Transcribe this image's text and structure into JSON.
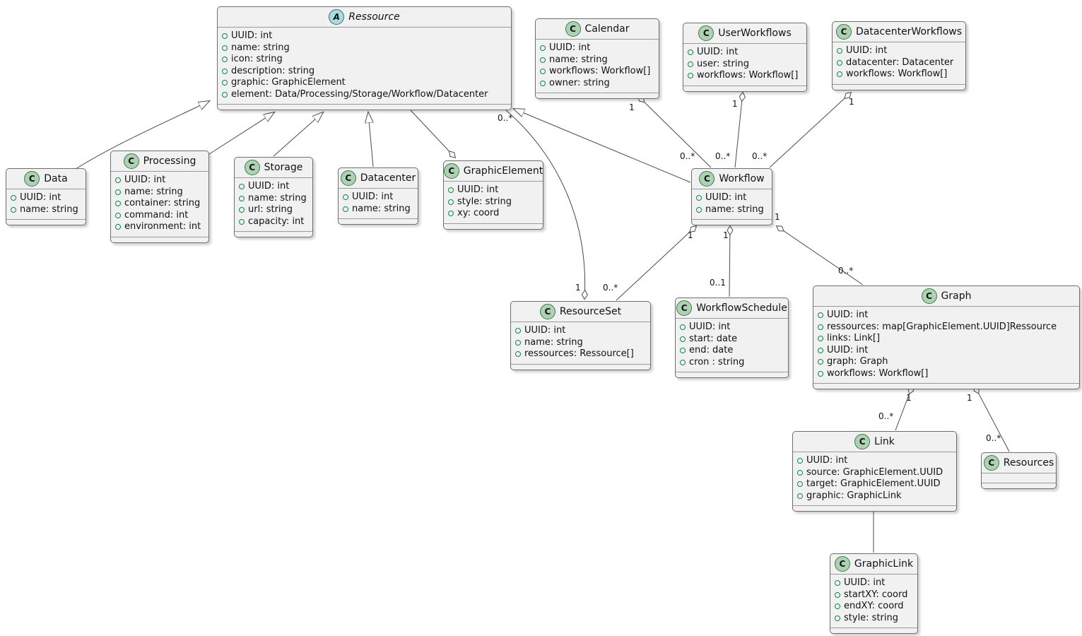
{
  "diagram": {
    "type": "uml-class-diagram",
    "colors": {
      "box_fill": "#F1F1F1",
      "box_border": "#6e6e6e",
      "class_icon_fill": "#ADD1B2",
      "abstract_icon_fill": "#A9DCDF",
      "field_icon_ring": "#0b8a43",
      "edge_stroke": "#4a4a4a"
    },
    "classes": [
      {
        "id": "ressource",
        "stereotype": "abstract",
        "letter": "A",
        "name": "Ressource",
        "attributes": [
          "UUID: int",
          "name: string",
          "icon: string",
          "description: string",
          "graphic: GraphicElement",
          "element: Data/Processing/Storage/Workflow/Datacenter"
        ]
      },
      {
        "id": "calendar",
        "stereotype": "class",
        "letter": "C",
        "name": "Calendar",
        "attributes": [
          "UUID: int",
          "name: string",
          "workflows: Workflow[]",
          "owner: string"
        ]
      },
      {
        "id": "userworkflows",
        "stereotype": "class",
        "letter": "C",
        "name": "UserWorkflows",
        "attributes": [
          "UUID: int",
          "user: string",
          "workflows: Workflow[]"
        ]
      },
      {
        "id": "datacenterworkflows",
        "stereotype": "class",
        "letter": "C",
        "name": "DatacenterWorkflows",
        "attributes": [
          "UUID: int",
          "datacenter: Datacenter",
          "workflows: Workflow[]"
        ]
      },
      {
        "id": "data",
        "stereotype": "class",
        "letter": "C",
        "name": "Data",
        "attributes": [
          "UUID: int",
          "name: string"
        ]
      },
      {
        "id": "processing",
        "stereotype": "class",
        "letter": "C",
        "name": "Processing",
        "attributes": [
          "UUID: int",
          "name: string",
          "container: string",
          "command: int",
          "environment: int"
        ]
      },
      {
        "id": "storage",
        "stereotype": "class",
        "letter": "C",
        "name": "Storage",
        "attributes": [
          "UUID: int",
          "name: string",
          "url: string",
          "capacity: int"
        ]
      },
      {
        "id": "datacenter",
        "stereotype": "class",
        "letter": "C",
        "name": "Datacenter",
        "attributes": [
          "UUID: int",
          "name: string"
        ]
      },
      {
        "id": "graphicelement",
        "stereotype": "class",
        "letter": "C",
        "name": "GraphicElement",
        "attributes": [
          "UUID: int",
          "style: string",
          "xy: coord"
        ]
      },
      {
        "id": "workflow",
        "stereotype": "class",
        "letter": "C",
        "name": "Workflow",
        "attributes": [
          "UUID: int",
          "name: string"
        ]
      },
      {
        "id": "resourceset",
        "stereotype": "class",
        "letter": "C",
        "name": "ResourceSet",
        "attributes": [
          "UUID: int",
          "name: string",
          "ressources: Ressource[]"
        ]
      },
      {
        "id": "workflowschedule",
        "stereotype": "class",
        "letter": "C",
        "name": "WorkflowSchedule",
        "attributes": [
          "UUID: int",
          "start: date",
          "end: date",
          "cron : string"
        ]
      },
      {
        "id": "graph",
        "stereotype": "class",
        "letter": "C",
        "name": "Graph",
        "attributes": [
          "UUID: int",
          "ressources: map[GraphicElement.UUID]Ressource",
          "links: Link[]",
          "UUID: int",
          "graph: Graph",
          "workflows: Workflow[]"
        ]
      },
      {
        "id": "link",
        "stereotype": "class",
        "letter": "C",
        "name": "Link",
        "attributes": [
          "UUID: int",
          "source: GraphicElement.UUID",
          "target: GraphicElement.UUID",
          "graphic: GraphicLink"
        ]
      },
      {
        "id": "resources",
        "stereotype": "class",
        "letter": "C",
        "name": "Resources",
        "attributes": []
      },
      {
        "id": "graphiclink",
        "stereotype": "class",
        "letter": "C",
        "name": "GraphicLink",
        "attributes": [
          "UUID: int",
          "startXY: coord",
          "endXY: coord",
          "style: string"
        ]
      }
    ],
    "edges": [
      {
        "source": "Data",
        "target": "Ressource",
        "type": "generalization"
      },
      {
        "source": "Processing",
        "target": "Ressource",
        "type": "generalization"
      },
      {
        "source": "Storage",
        "target": "Ressource",
        "type": "generalization"
      },
      {
        "source": "Datacenter",
        "target": "Ressource",
        "type": "generalization"
      },
      {
        "source": "Workflow",
        "target": "Ressource",
        "type": "generalization"
      },
      {
        "source": "GraphicElement",
        "target": "Ressource",
        "type": "aggregation"
      },
      {
        "source": "ResourceSet",
        "target": "Ressource",
        "type": "aggregation",
        "source_label": "1",
        "target_label": "0..*"
      },
      {
        "source": "Calendar",
        "target": "Workflow",
        "type": "aggregation",
        "source_label": "1",
        "target_label": "0..*"
      },
      {
        "source": "UserWorkflows",
        "target": "Workflow",
        "type": "aggregation",
        "source_label": "1",
        "target_label": "0..*"
      },
      {
        "source": "DatacenterWorkflows",
        "target": "Workflow",
        "type": "aggregation",
        "source_label": "1",
        "target_label": "0..*"
      },
      {
        "source": "Workflow",
        "target": "ResourceSet",
        "type": "aggregation",
        "source_label": "1",
        "target_label": "0..*"
      },
      {
        "source": "Workflow",
        "target": "WorkflowSchedule",
        "type": "aggregation",
        "source_label": "1",
        "target_label": "0..1"
      },
      {
        "source": "Workflow",
        "target": "Graph",
        "type": "aggregation",
        "source_label": "1",
        "target_label": "0..*"
      },
      {
        "source": "Graph",
        "target": "Link",
        "type": "aggregation",
        "source_label": "1",
        "target_label": "0..*"
      },
      {
        "source": "Graph",
        "target": "Resources",
        "type": "aggregation",
        "source_label": "1",
        "target_label": "0..*"
      },
      {
        "source": "Link",
        "target": "GraphicLink",
        "type": "association"
      }
    ]
  }
}
